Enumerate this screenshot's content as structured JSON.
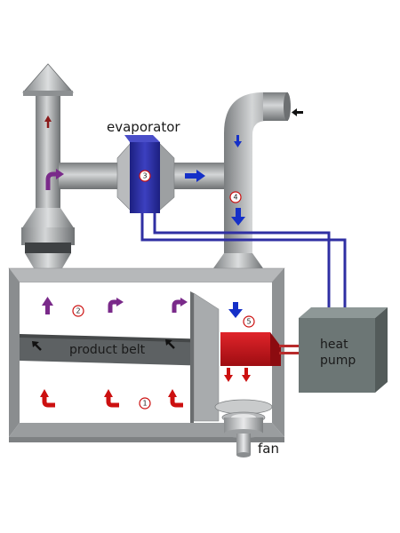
{
  "labels": {
    "evaporator": "evaporator",
    "product_belt": "product belt",
    "heat_pump_line1": "heat",
    "heat_pump_line2": "pump",
    "fan": "fan"
  },
  "markers": [
    "1",
    "2",
    "3",
    "4",
    "5"
  ],
  "colors": {
    "duct_gray": "#8f9294",
    "chamber_gray": "#a0a3a5",
    "evaporator_blue": "#2a2fa0",
    "pipe_blue": "#2f2fa3",
    "heater_red": "#c4161c",
    "heat_pump_gray": "#6c7675",
    "arrow_red": "#cc1010",
    "arrow_purple": "#7a2a8a",
    "arrow_blue": "#1530c8",
    "arrow_black": "#111111"
  }
}
